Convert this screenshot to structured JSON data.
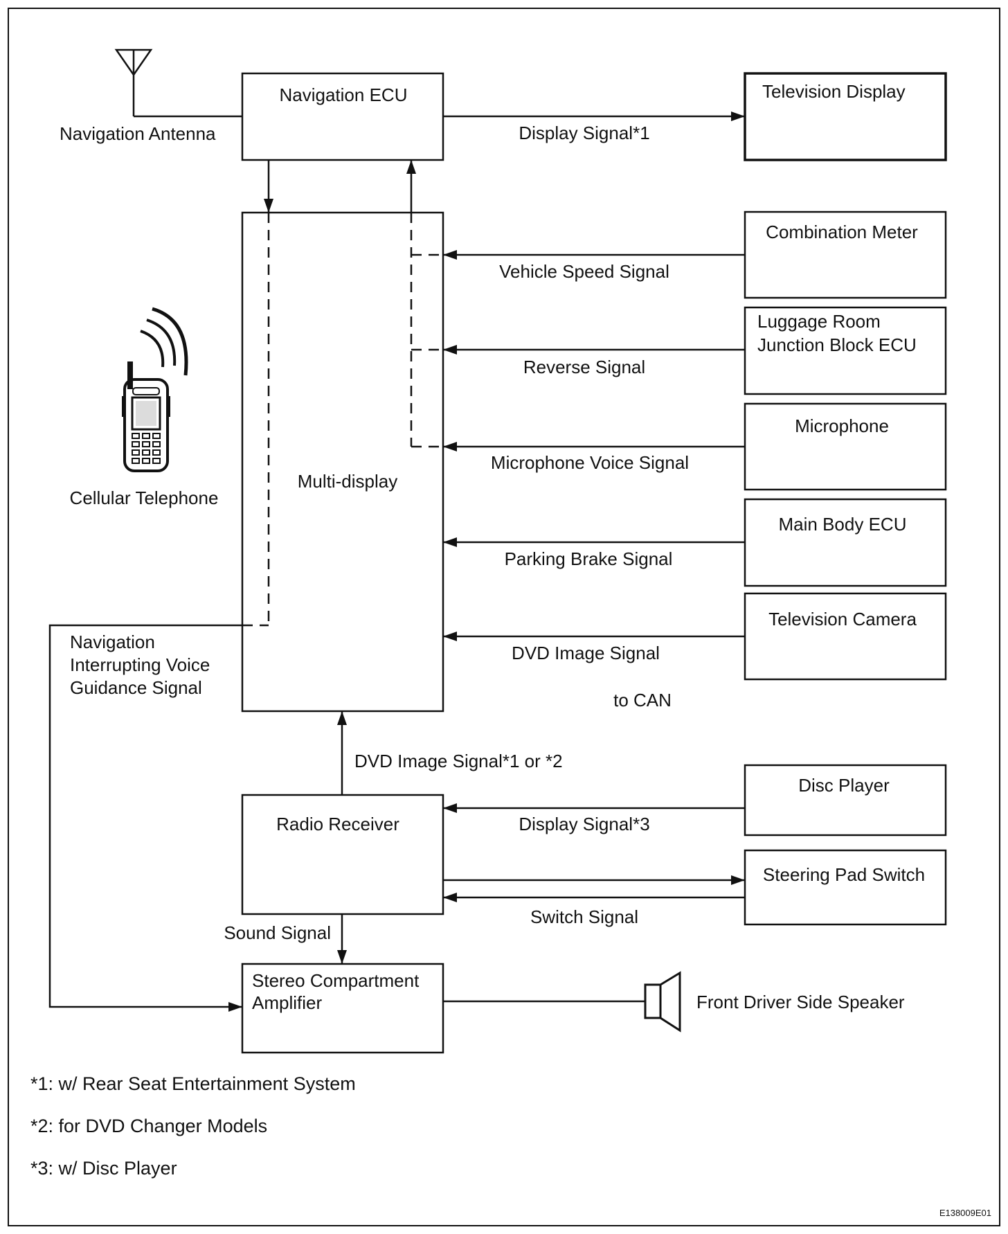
{
  "blocks": {
    "navigation_ecu": "Navigation ECU",
    "television_display": "Television Display",
    "multi_display": "Multi-display",
    "combination_meter": "Combination Meter",
    "luggage_room_line1": "Luggage Room",
    "luggage_room_line2": "Junction Block ECU",
    "microphone": "Microphone",
    "main_body_ecu": "Main Body ECU",
    "television_camera": "Television Camera",
    "radio_receiver": "Radio Receiver",
    "disc_player": "Disc Player",
    "steering_pad_switch": "Steering Pad Switch",
    "stereo_amp_line1": "Stereo Compartment",
    "stereo_amp_line2": "Amplifier"
  },
  "labels": {
    "navigation_antenna": "Navigation Antenna",
    "cellular_telephone": "Cellular Telephone",
    "front_driver_side_speaker": "Front Driver Side Speaker",
    "to_can": "to CAN"
  },
  "signals": {
    "display_signal_1": "Display Signal*1",
    "vehicle_speed_signal": "Vehicle Speed Signal",
    "reverse_signal": "Reverse Signal",
    "microphone_voice_signal": "Microphone Voice Signal",
    "parking_brake_signal": "Parking Brake Signal",
    "dvd_image_signal": "DVD Image Signal",
    "dvd_image_signal_1_or_2": "DVD Image Signal*1 or *2",
    "display_signal_3": "Display Signal*3",
    "switch_signal": "Switch Signal",
    "sound_signal": "Sound Signal",
    "nav_voice_line1": "Navigation",
    "nav_voice_line2": "Interrupting Voice",
    "nav_voice_line3": "Guidance Signal"
  },
  "footnotes": [
    "*1: w/ Rear Seat Entertainment System",
    "*2: for DVD Changer Models",
    "*3: w/ Disc Player"
  ],
  "figure_code": "E138009E01",
  "icons": {
    "antenna": "antenna-icon",
    "phone": "cellular-phone-icon",
    "speaker": "speaker-icon"
  }
}
